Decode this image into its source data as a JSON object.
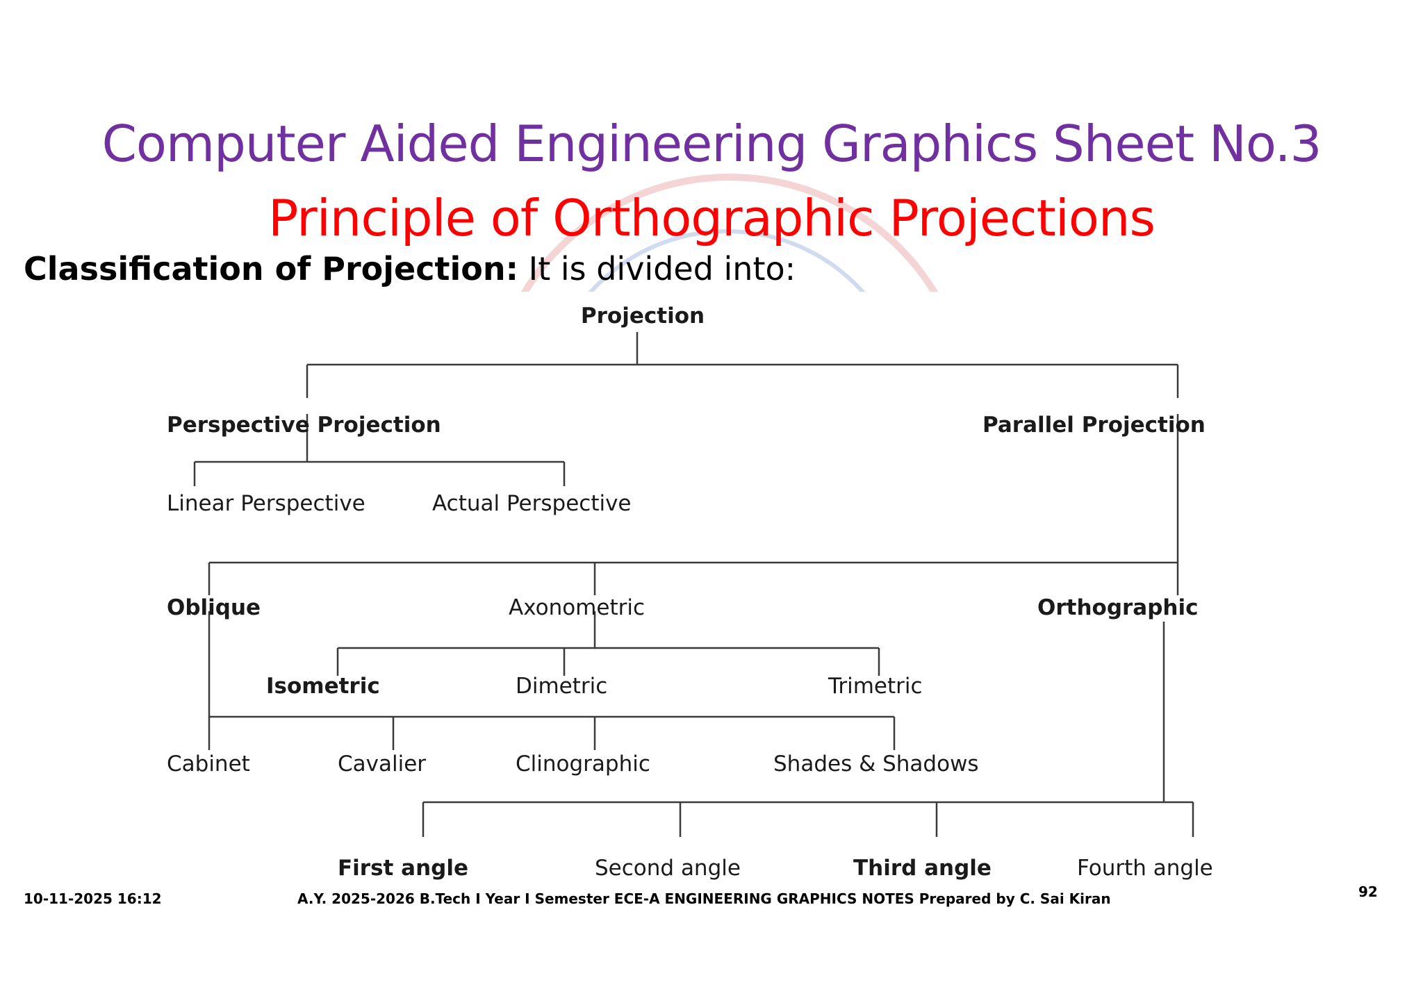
{
  "slide": {
    "title": "Computer Aided Engineering Graphics Sheet No.3",
    "subtitle": "Principle of Orthographic Projections",
    "classification_label": "Classification of Projection:",
    "classification_text": " It is divided into:"
  },
  "diagram": {
    "root": "Projection",
    "perspective": "Perspective  Projection",
    "parallel": "Parallel  Projection",
    "linear_perspective": "Linear  Perspective",
    "actual_perspective": "Actual  Perspective",
    "oblique": "Oblique",
    "axonometric": "Axonometric",
    "orthographic": "Orthographic",
    "isometric": "Isometric",
    "dimetric": "Dimetric",
    "trimetric": "Trimetric",
    "cabinet": "Cabinet",
    "cavalier": "Cavalier",
    "clinographic": "Clinographic",
    "shades_shadows": "Shades  &  Shadows",
    "first_angle": "First angle",
    "second_angle": "Second  angle",
    "third_angle": "Third angle",
    "fourth_angle": "Fourth  angle"
  },
  "footer": {
    "datetime": "10-11-2025 16:12",
    "center": "A.Y. 2025-2026 B.Tech I Year I Semester ECE-A ENGINEERING GRAPHICS NOTES  Prepared by C. Sai Kiran",
    "page_number": "92"
  },
  "colors": {
    "title": "#7030a0",
    "subtitle": "#ff0000"
  }
}
